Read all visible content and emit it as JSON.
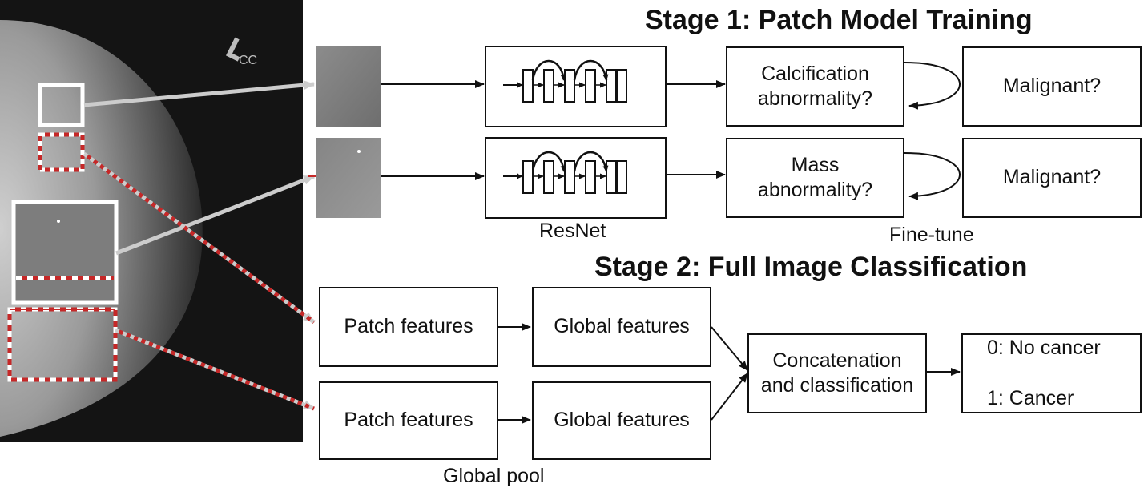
{
  "mammogram": {
    "view_tag": "CC"
  },
  "stage1": {
    "title": "Stage 1: Patch Model Training",
    "rows": [
      {
        "task": "Calcification\nabnormality?",
        "malignant": "Malignant?"
      },
      {
        "task": "Mass\nabnormality?",
        "malignant": "Malignant?"
      }
    ],
    "network_label": "ResNet",
    "finetune_label": "Fine-tune"
  },
  "stage2": {
    "title": "Stage 2: Full Image Classification",
    "rows": [
      {
        "patch": "Patch features",
        "global": "Global features"
      },
      {
        "patch": "Patch features",
        "global": "Global features"
      }
    ],
    "concat": "Concatenation\nand classification",
    "output_lines": [
      "0: No cancer",
      "1: Cancer"
    ],
    "pool_label": "Global pool"
  },
  "colors": {
    "line": "#111111",
    "connector": "#cccccc",
    "dotted_red": "#c62828"
  }
}
